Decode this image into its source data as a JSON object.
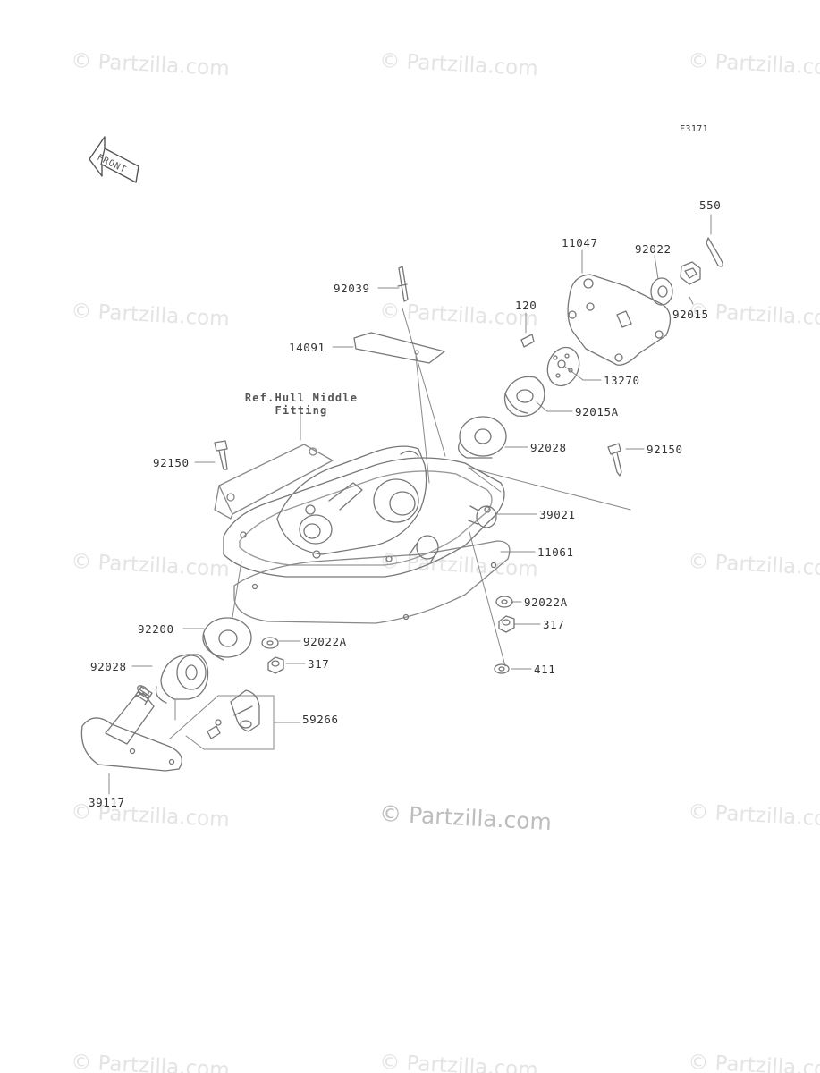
{
  "figure_code": "F3171",
  "front_label": "FRONT",
  "reference_note": {
    "line1": "Ref.Hull Middle",
    "line2": "Fitting"
  },
  "watermark": "© Partzilla.com",
  "colors": {
    "line": "#777777",
    "watermark": "#e4e4e4",
    "watermark_center": "#bdbdbd",
    "label": "#333333"
  },
  "parts": {
    "p550": "550",
    "p11047": "11047",
    "p92022": "92022",
    "p92015": "92015",
    "p92039": "92039",
    "p120": "120",
    "p14091": "14091",
    "p13270": "13270",
    "p92015A": "92015A",
    "p92028_top": "92028",
    "p92150_right": "92150",
    "p92150_left": "92150",
    "p39021": "39021",
    "p11061": "11061",
    "p92022A_right": "92022A",
    "p317_right": "317",
    "p411": "411",
    "p92200": "92200",
    "p92022A_left": "92022A",
    "p92028_bottom": "92028",
    "p317_left": "317",
    "p59266": "59266",
    "p39117": "39117"
  }
}
